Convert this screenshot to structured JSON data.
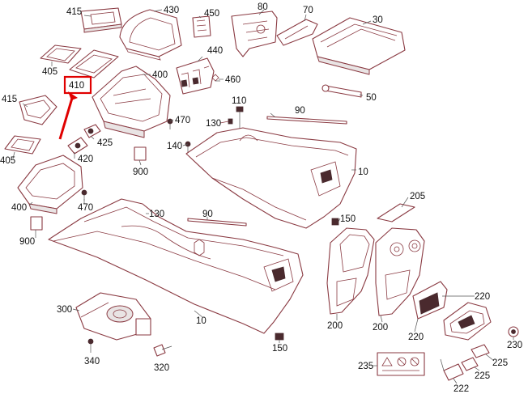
{
  "highlight": {
    "label": "410",
    "color": "#e00000"
  },
  "line_color": "#8a3a42",
  "callouts": [
    {
      "id": "c415a",
      "text": "415"
    },
    {
      "id": "c430",
      "text": "430"
    },
    {
      "id": "c450",
      "text": "450"
    },
    {
      "id": "c80",
      "text": "80"
    },
    {
      "id": "c70",
      "text": "70"
    },
    {
      "id": "c30",
      "text": "30"
    },
    {
      "id": "c405a",
      "text": "405"
    },
    {
      "id": "c400a",
      "text": "400"
    },
    {
      "id": "c440",
      "text": "440"
    },
    {
      "id": "c460",
      "text": "460"
    },
    {
      "id": "c50",
      "text": "50"
    },
    {
      "id": "c415b",
      "text": "415"
    },
    {
      "id": "c110",
      "text": "110"
    },
    {
      "id": "c90a",
      "text": "90"
    },
    {
      "id": "c470a",
      "text": "470"
    },
    {
      "id": "c130a",
      "text": "130"
    },
    {
      "id": "c425",
      "text": "425"
    },
    {
      "id": "c140",
      "text": "140"
    },
    {
      "id": "c405b",
      "text": "405"
    },
    {
      "id": "c420",
      "text": "420"
    },
    {
      "id": "c900a",
      "text": "900"
    },
    {
      "id": "c10a",
      "text": "10"
    },
    {
      "id": "c400b",
      "text": "400"
    },
    {
      "id": "c470b",
      "text": "470"
    },
    {
      "id": "c130b",
      "text": "130"
    },
    {
      "id": "c205",
      "text": "205"
    },
    {
      "id": "c900b",
      "text": "900"
    },
    {
      "id": "c90b",
      "text": "90"
    },
    {
      "id": "c150a",
      "text": "150"
    },
    {
      "id": "c300",
      "text": "300"
    },
    {
      "id": "c220a",
      "text": "220"
    },
    {
      "id": "c200a",
      "text": "200"
    },
    {
      "id": "c200b",
      "text": "200"
    },
    {
      "id": "c220b",
      "text": "220"
    },
    {
      "id": "c10b",
      "text": "10"
    },
    {
      "id": "c230",
      "text": "230"
    },
    {
      "id": "c340",
      "text": "340"
    },
    {
      "id": "c150b",
      "text": "150"
    },
    {
      "id": "c225a",
      "text": "225"
    },
    {
      "id": "c320",
      "text": "320"
    },
    {
      "id": "c235",
      "text": "235"
    },
    {
      "id": "c225b",
      "text": "225"
    },
    {
      "id": "c222",
      "text": "222"
    }
  ]
}
